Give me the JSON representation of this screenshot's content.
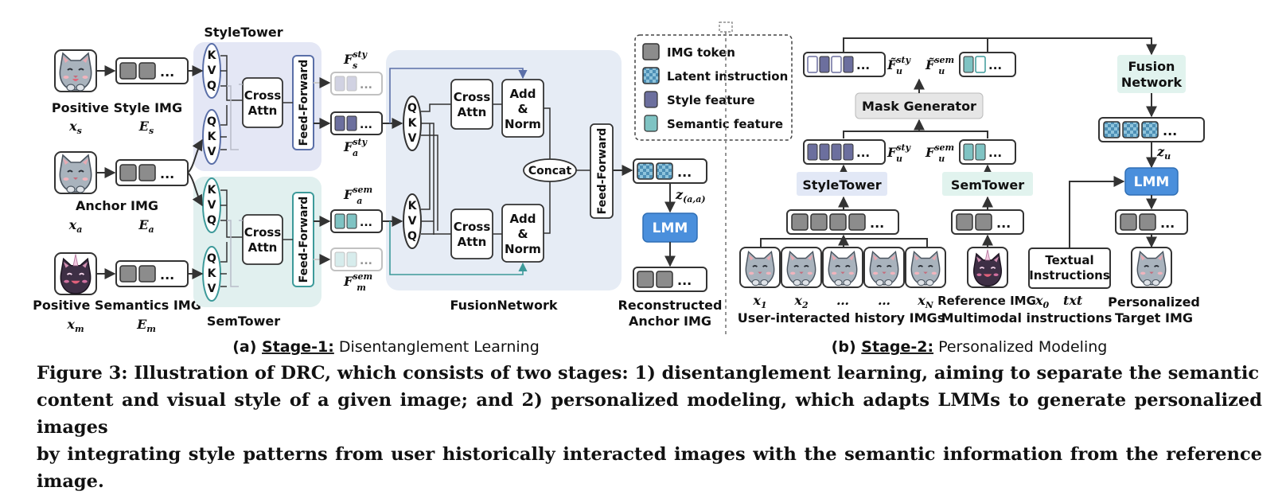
{
  "stage1": {
    "inputs": [
      {
        "label": "Positive Style IMG",
        "x_sym": "x",
        "x_sub": "s",
        "e_sym": "E",
        "e_sub": "s",
        "icon": "gray-cat-tongue-icon"
      },
      {
        "label": "Anchor IMG",
        "x_sym": "x",
        "x_sub": "a",
        "e_sym": "E",
        "e_sub": "a",
        "icon": "gray-cat-paws-icon"
      },
      {
        "label": "Positive Semantics IMG",
        "x_sym": "x",
        "x_sub": "m",
        "e_sym": "E",
        "e_sub": "m",
        "icon": "dark-cat-unicorn-icon"
      }
    ],
    "style_tower": "StyleTower",
    "sem_tower": "SemTower",
    "cross_attn": [
      "Cross",
      "Attn"
    ],
    "feed_forward": "Feed-Forward",
    "kvq": [
      "K",
      "V",
      "Q"
    ],
    "qkv": [
      "Q",
      "K",
      "V"
    ],
    "features": {
      "F_s": {
        "sym": "F",
        "sub": "s",
        "sup": "sty"
      },
      "F_a_sty": {
        "sym": "F",
        "sub": "a",
        "sup": "sty"
      },
      "F_a_sem": {
        "sym": "F",
        "sub": "a",
        "sup": "sem"
      },
      "F_m": {
        "sym": "F",
        "sub": "m",
        "sup": "sem"
      }
    },
    "fusion_network": "FusionNetwork",
    "add_norm": [
      "Add",
      "&",
      "Norm"
    ],
    "concat": "Concat",
    "lmm": "LMM",
    "z_sym": "z",
    "z_sub": "(a,a)",
    "reconstructed": [
      "Reconstructed",
      "Anchor IMG"
    ],
    "dots": "...",
    "title_prefix": "(a) ",
    "title_main": "Stage-1:",
    "title_rest": " Disentanglement Learning"
  },
  "legend": [
    {
      "label": "IMG token",
      "color": "#8c8c8c",
      "pattern": false
    },
    {
      "label": "Latent instruction",
      "color": "#5aa4c8",
      "pattern": true
    },
    {
      "label": "Style feature",
      "color": "#6c6f9e",
      "pattern": false
    },
    {
      "label": "Semantic feature",
      "color": "#7fc3c3",
      "pattern": false
    }
  ],
  "stage2": {
    "mask_generator": "Mask Generator",
    "style_tower": "StyleTower",
    "sem_tower": "SemTower",
    "fusion_network": [
      "Fusion",
      "Network"
    ],
    "lmm": "LMM",
    "z_sym": "z",
    "z_sub": "u",
    "textual": [
      "Textual",
      "Instructions"
    ],
    "feat_sty_masked": {
      "sym": "F̃",
      "sub": "u",
      "sup": "sty"
    },
    "feat_sem_masked": {
      "sym": "F̃",
      "sub": "u",
      "sup": "sem"
    },
    "feat_sty": {
      "sym": "F",
      "sub": "u",
      "sup": "sty"
    },
    "feat_sem": {
      "sym": "F",
      "sub": "u",
      "sup": "sem"
    },
    "history_labels": [
      {
        "sym": "x",
        "sub": "1"
      },
      {
        "sym": "x",
        "sub": "2"
      },
      {
        "sym": "…",
        "sub": ""
      },
      {
        "sym": "…",
        "sub": ""
      },
      {
        "sym": "x",
        "sub": "N"
      }
    ],
    "history_caption": "User-interacted history IMGs",
    "reference_label": "Reference IMG",
    "x0_sym": "x",
    "x0_sub": "0",
    "txt": "txt",
    "multimodal": "Multimodal instructions",
    "target": [
      "Personalized",
      "Target IMG"
    ],
    "dots": "...",
    "title_prefix": "(b) ",
    "title_main": "Stage-2:",
    "title_rest": " Personalized Modeling"
  },
  "caption": {
    "lines": [
      "Figure 3: Illustration of DRC, which consists of two stages: 1) disentanglement learning, aiming to separate the semantic",
      "content and visual style of a given image; and 2) personalized modeling, which adapts LMMs to generate personalized images",
      "by integrating style patterns from user historically interacted images with the semantic information from the reference image."
    ]
  },
  "colors": {
    "style_tower_bg": "#e4e7f5",
    "sem_tower_bg": "#e1f0ef",
    "fusion_bg": "#e6ecf5",
    "lmm": "#4a8fdc",
    "style": "#6c6f9e",
    "semantic": "#7fc3c3",
    "token": "#8c8c8c",
    "latent": "#5aa4c8"
  }
}
